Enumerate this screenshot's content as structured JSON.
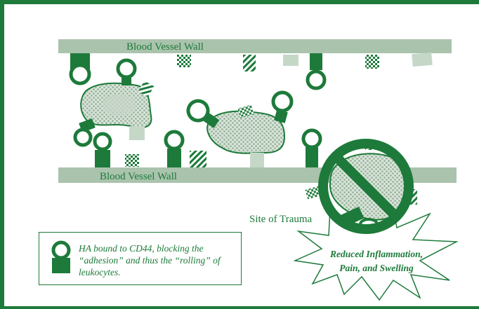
{
  "labels": {
    "top_wall": "Blood Vessel Wall",
    "bottom_wall": "Blood Vessel Wall",
    "trauma_site": "Site of Trauma"
  },
  "legend": {
    "text": "HA bound to CD44, blocking the “adhesion” and thus the “rolling” of leukocytes."
  },
  "result": {
    "text": "Reduced Inflammation, Pain, and Swelling"
  },
  "colors": {
    "dark_green": "#1d7a3a",
    "wall": "#aac3ad",
    "light_block": "#c5d8c7",
    "cell_fill": "#c8d6c9",
    "background": "#ffffff"
  },
  "icons": [
    "cd44-receptor-icon",
    "adhesion-molecule-icon",
    "leukocyte-icon",
    "prohibition-icon",
    "starburst-icon"
  ]
}
